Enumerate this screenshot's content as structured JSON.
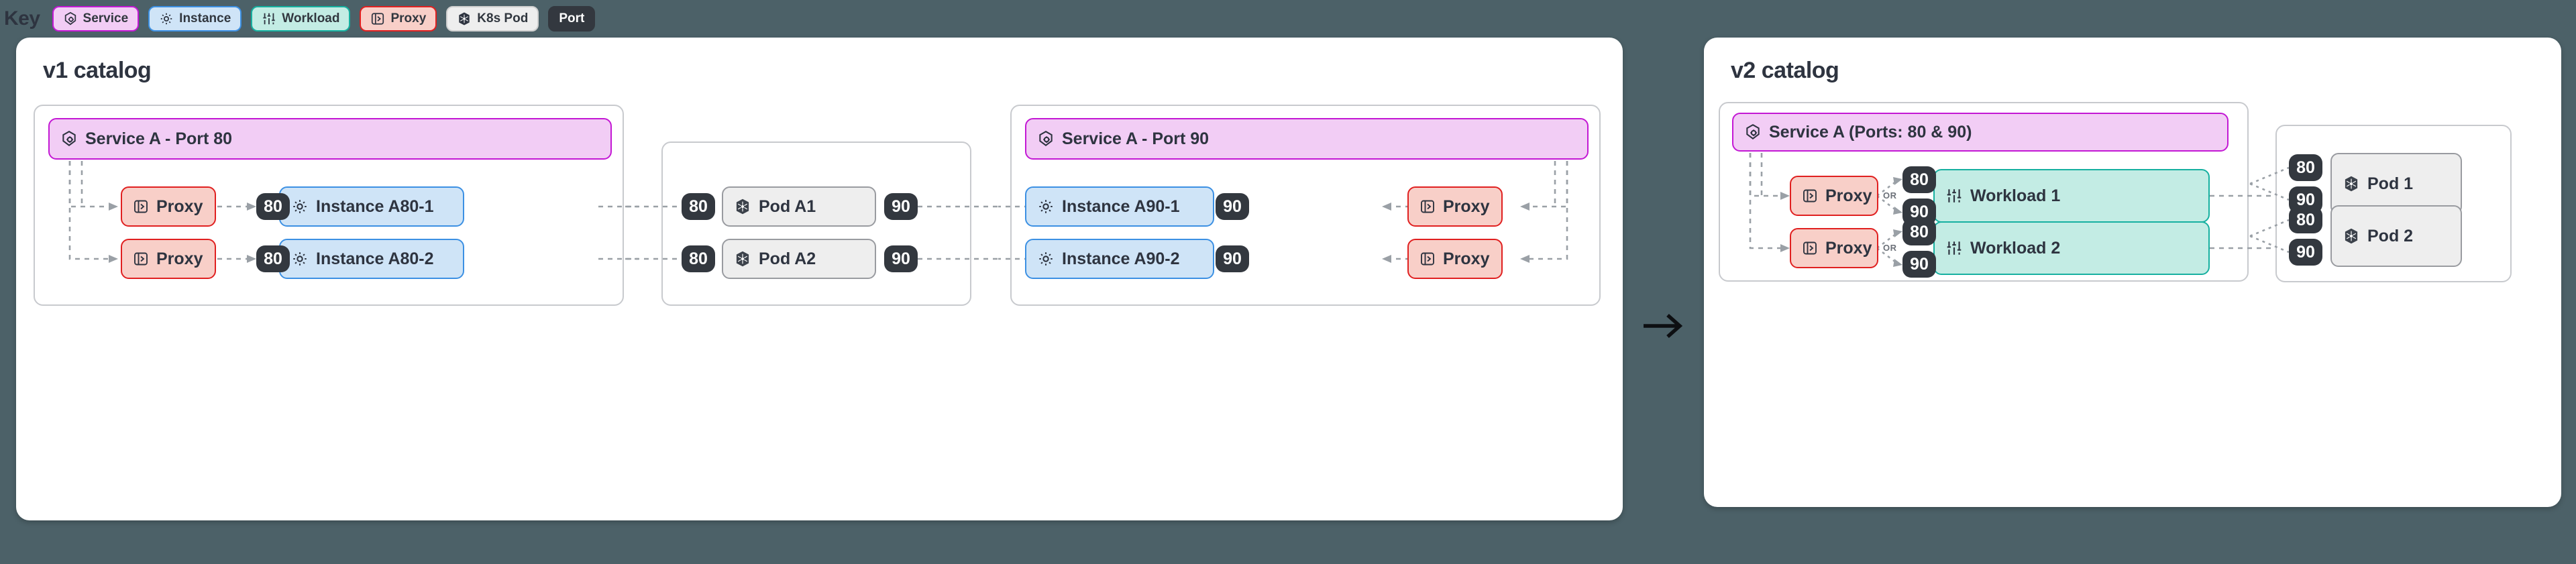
{
  "key": {
    "title": "Key",
    "chips": [
      {
        "label": "Service",
        "icon": "service-hexagon-gear-icon",
        "color": "#f2cdf5",
        "border": "#c318d4"
      },
      {
        "label": "Instance",
        "icon": "gear-icon",
        "color": "#cfe4f7",
        "border": "#3c90e3"
      },
      {
        "label": "Workload",
        "icon": "sliders-icon",
        "color": "#c3ece4",
        "border": "#16b0a0"
      },
      {
        "label": "Proxy",
        "icon": "proxy-play-box-icon",
        "color": "#f8cfc8",
        "border": "#e02020"
      },
      {
        "label": "K8s Pod",
        "icon": "kubernetes-helm-icon",
        "color": "#eeeeee",
        "border": "#cfcfcf"
      },
      {
        "label": "Port",
        "icon": "none",
        "color": "#33383f",
        "border": "#33383f"
      }
    ]
  },
  "transition_arrow": "→",
  "panels": [
    {
      "id": "v1",
      "title": "v1 catalog",
      "groups": [
        {
          "id": "port80",
          "service": {
            "label": "Service A - Port 80",
            "icon": "service-hexagon-gear-icon"
          },
          "rows": [
            {
              "proxy": "Proxy",
              "port": "80",
              "instance": "Instance A80-1"
            },
            {
              "proxy": "Proxy",
              "port": "80",
              "instance": "Instance A80-2"
            }
          ]
        },
        {
          "id": "pods",
          "rows": [
            {
              "left_port": "80",
              "pod": "Pod A1",
              "right_port": "90"
            },
            {
              "left_port": "80",
              "pod": "Pod A2",
              "right_port": "90"
            }
          ]
        },
        {
          "id": "port90",
          "service": {
            "label": "Service A - Port 90",
            "icon": "service-hexagon-gear-icon"
          },
          "rows": [
            {
              "instance": "Instance A90-1",
              "port": "90",
              "proxy": "Proxy"
            },
            {
              "instance": "Instance A90-2",
              "port": "90",
              "proxy": "Proxy"
            }
          ]
        }
      ]
    },
    {
      "id": "v2",
      "title": "v2 catalog",
      "groups": [
        {
          "id": "v2main",
          "service": {
            "label": "Service A (Ports: 80 & 90)",
            "icon": "service-hexagon-gear-icon"
          },
          "rows": [
            {
              "proxy": "Proxy",
              "or": "OR",
              "port_a": "80",
              "port_b": "90",
              "workload": "Workload 1"
            },
            {
              "proxy": "Proxy",
              "or": "OR",
              "port_a": "80",
              "port_b": "90",
              "workload": "Workload 2"
            }
          ]
        },
        {
          "id": "v2pods",
          "rows": [
            {
              "port_a": "80",
              "port_b": "90",
              "pod": "Pod 1"
            },
            {
              "port_a": "80",
              "port_b": "90",
              "pod": "Pod 2"
            }
          ]
        }
      ]
    }
  ]
}
